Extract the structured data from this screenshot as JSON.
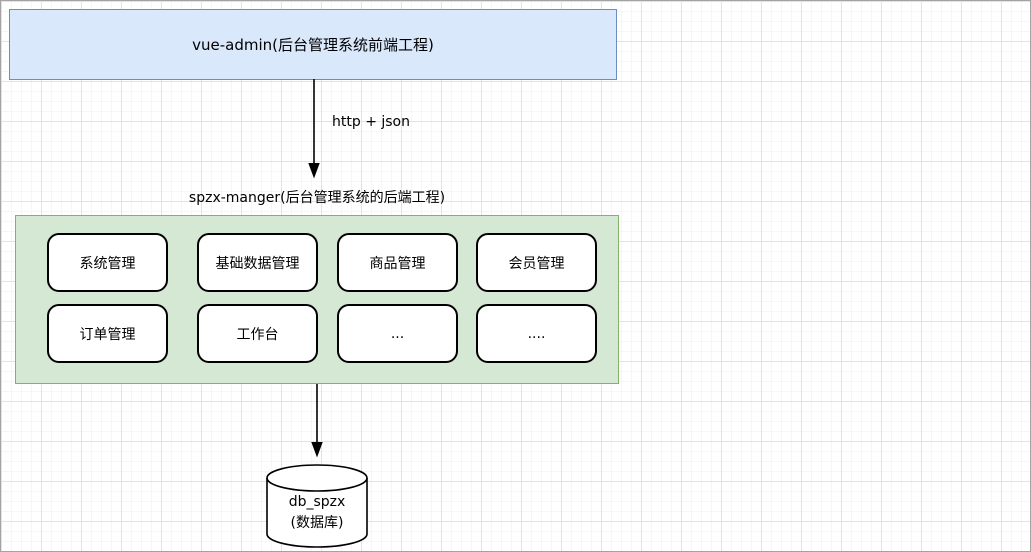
{
  "canvas": {
    "background": "#ffffff",
    "grid_minor_color": "#f6f6f6",
    "grid_major_color": "#e3e3e3",
    "border_color": "#a3a3a3"
  },
  "frontend": {
    "label": "vue-admin(后台管理系统前端工程)",
    "fill": "#dae8fc",
    "border": "#6c8ebf"
  },
  "connection": {
    "label": "http + json"
  },
  "backend": {
    "label": "spzx-manger(后台管理系统的后端工程)",
    "fill": "#d5e8d4",
    "border": "#82b366",
    "modules": [
      "系统管理",
      "基础数据管理",
      "商品管理",
      "会员管理",
      "订单管理",
      "工作台",
      "...",
      "...."
    ]
  },
  "database": {
    "name": "db_spzx",
    "subtitle": "(数据库)"
  }
}
